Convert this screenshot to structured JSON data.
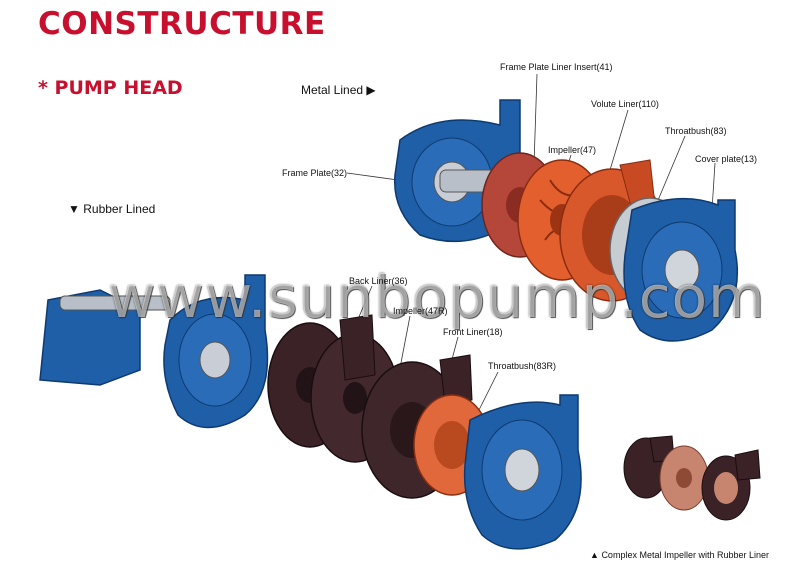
{
  "header": {
    "title": "CONSTRUCTURE",
    "subtitle": "* PUMP HEAD"
  },
  "sections": {
    "metal_lined": "Metal Lined",
    "rubber_lined": "Rubber Lined"
  },
  "metal_labels": {
    "frame_plate_liner_insert": "Frame Plate Liner Insert(41)",
    "volute_liner": "Volute Liner(110)",
    "impeller": "Impeller(47)",
    "throatbush": "Throatbush(83)",
    "cover_plate": "Cover plate(13)",
    "frame_plate": "Frame Plate(32)"
  },
  "rubber_labels": {
    "back_liner": "Back Liner(36)",
    "impeller_r": "Impeller(47R)",
    "front_liner": "Front Liner(18)",
    "throatbush_r": "Throatbush(83R)"
  },
  "caption": "Complex Metal Impeller with Rubber Liner",
  "watermark": "www.sunbopump.com",
  "colors": {
    "title_red": "#c8102e",
    "casing_blue": "#1f5fa8",
    "metal_orange": "#d9582b",
    "rubber_dark": "#3a2226",
    "throatbush_orange": "#e0683a"
  }
}
